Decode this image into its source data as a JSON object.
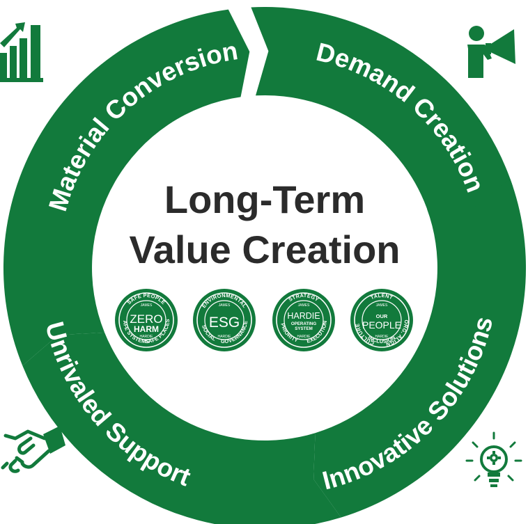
{
  "colors": {
    "green": "#127a3c",
    "dark_text": "#2b2b2b",
    "white": "#ffffff"
  },
  "center": {
    "title_line1": "Long-Term",
    "title_line2": "Value Creation"
  },
  "segments": [
    {
      "label": "Material Conversion",
      "icon": "growth-chart-icon"
    },
    {
      "label": "Demand Creation",
      "icon": "megaphone-person-icon"
    },
    {
      "label": "Innovative Solutions",
      "icon": "lightbulb-gear-icon"
    },
    {
      "label": "Unrivaled Support",
      "icon": "handshake-icon"
    }
  ],
  "badges": [
    {
      "top": "SAFE PEOPLE",
      "inner": "JAMES",
      "main1": "ZERO",
      "main2": "HARM",
      "bottom_left": "SAFE SYSTEMS",
      "bottom_right": "SAFE PLACES",
      "bottom_inner": "HARDIE"
    },
    {
      "top": "ENVIRONMENTAL",
      "inner": "JAMES",
      "main1": "ESG",
      "bottom_left": "SOCIAL",
      "bottom_right": "GOVERNANCE",
      "bottom_inner": "HARDIE"
    },
    {
      "top": "STRATEGY",
      "inner": "JAMES",
      "main1": "HARDIE",
      "main2": "OPERATING",
      "main3": "SYSTEM",
      "bottom_left": "PRIORITY",
      "bottom_right": "EXECUTION",
      "bottom_inner": "HARDIE"
    },
    {
      "top": "TALENT",
      "inner": "JAMES",
      "main1": "OUR",
      "main2": "PEOPLE",
      "left_arc": "CULTURE",
      "right_arc": "ORG. ALIGN",
      "bottom_left": "INCLUSION",
      "bottom_inner": "HARDIE"
    }
  ]
}
